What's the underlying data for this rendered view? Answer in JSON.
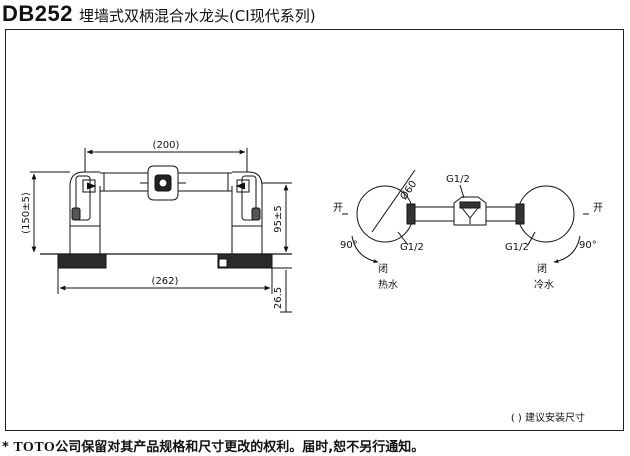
{
  "header": {
    "model": "DB252",
    "name": "埋墙式双柄混合水龙头(CI现代系列)"
  },
  "front_view": {
    "dim_top": "(200)",
    "dim_left": "(150±5)",
    "dim_right": "95±5",
    "dim_bottom": "(262)",
    "dim_depth": "26.5"
  },
  "top_view": {
    "diameter": "Ø60",
    "thread_top": "G1/2",
    "thread_left": "G1/2",
    "thread_right": "G1/2",
    "left": {
      "open": "开",
      "angle": "90°",
      "close": "闭",
      "label": "热水"
    },
    "right": {
      "open": "开",
      "angle": "90°",
      "close": "闭",
      "label": "冷水"
    }
  },
  "note": "( ) 建议安装尺寸",
  "footer": {
    "star": "*",
    "brand": "TOTO",
    "text": "公司保留对其产品规格和尺寸更改的权利。届时,恕不另行通知。"
  }
}
